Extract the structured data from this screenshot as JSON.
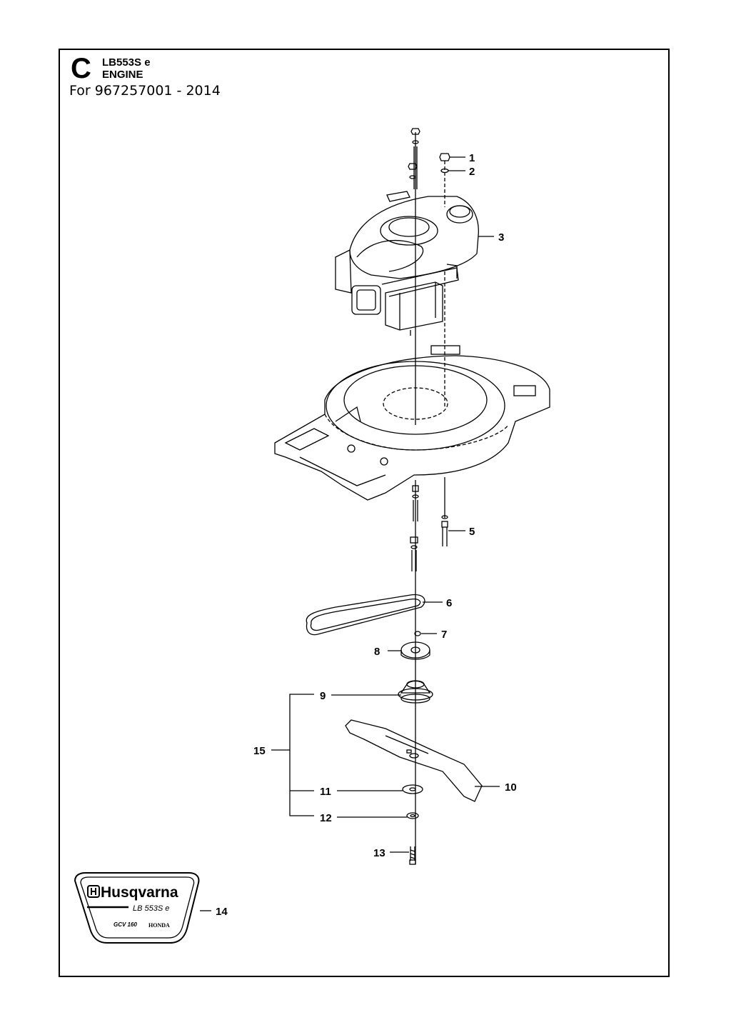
{
  "header": {
    "section_letter": "C",
    "model": "LB553S e",
    "section": "ENGINE",
    "serial_line": "For 967257001 - 2014"
  },
  "callouts": [
    {
      "id": "1",
      "part": "nut"
    },
    {
      "id": "2",
      "part": "washer"
    },
    {
      "id": "3",
      "part": "engine"
    },
    {
      "id": "5",
      "part": "bolt"
    },
    {
      "id": "6",
      "part": "belt"
    },
    {
      "id": "7",
      "part": "key"
    },
    {
      "id": "8",
      "part": "pulley"
    },
    {
      "id": "9",
      "part": "blade-hub"
    },
    {
      "id": "10",
      "part": "blade"
    },
    {
      "id": "11",
      "part": "washer"
    },
    {
      "id": "12",
      "part": "washer"
    },
    {
      "id": "13",
      "part": "blade-bolt"
    },
    {
      "id": "14",
      "part": "decal"
    },
    {
      "id": "15",
      "part": "blade-kit"
    }
  ],
  "decal": {
    "brand": "Husqvarna",
    "model": "LB 553S e",
    "engine": "GCV 160",
    "engine_brand": "HONDA"
  }
}
